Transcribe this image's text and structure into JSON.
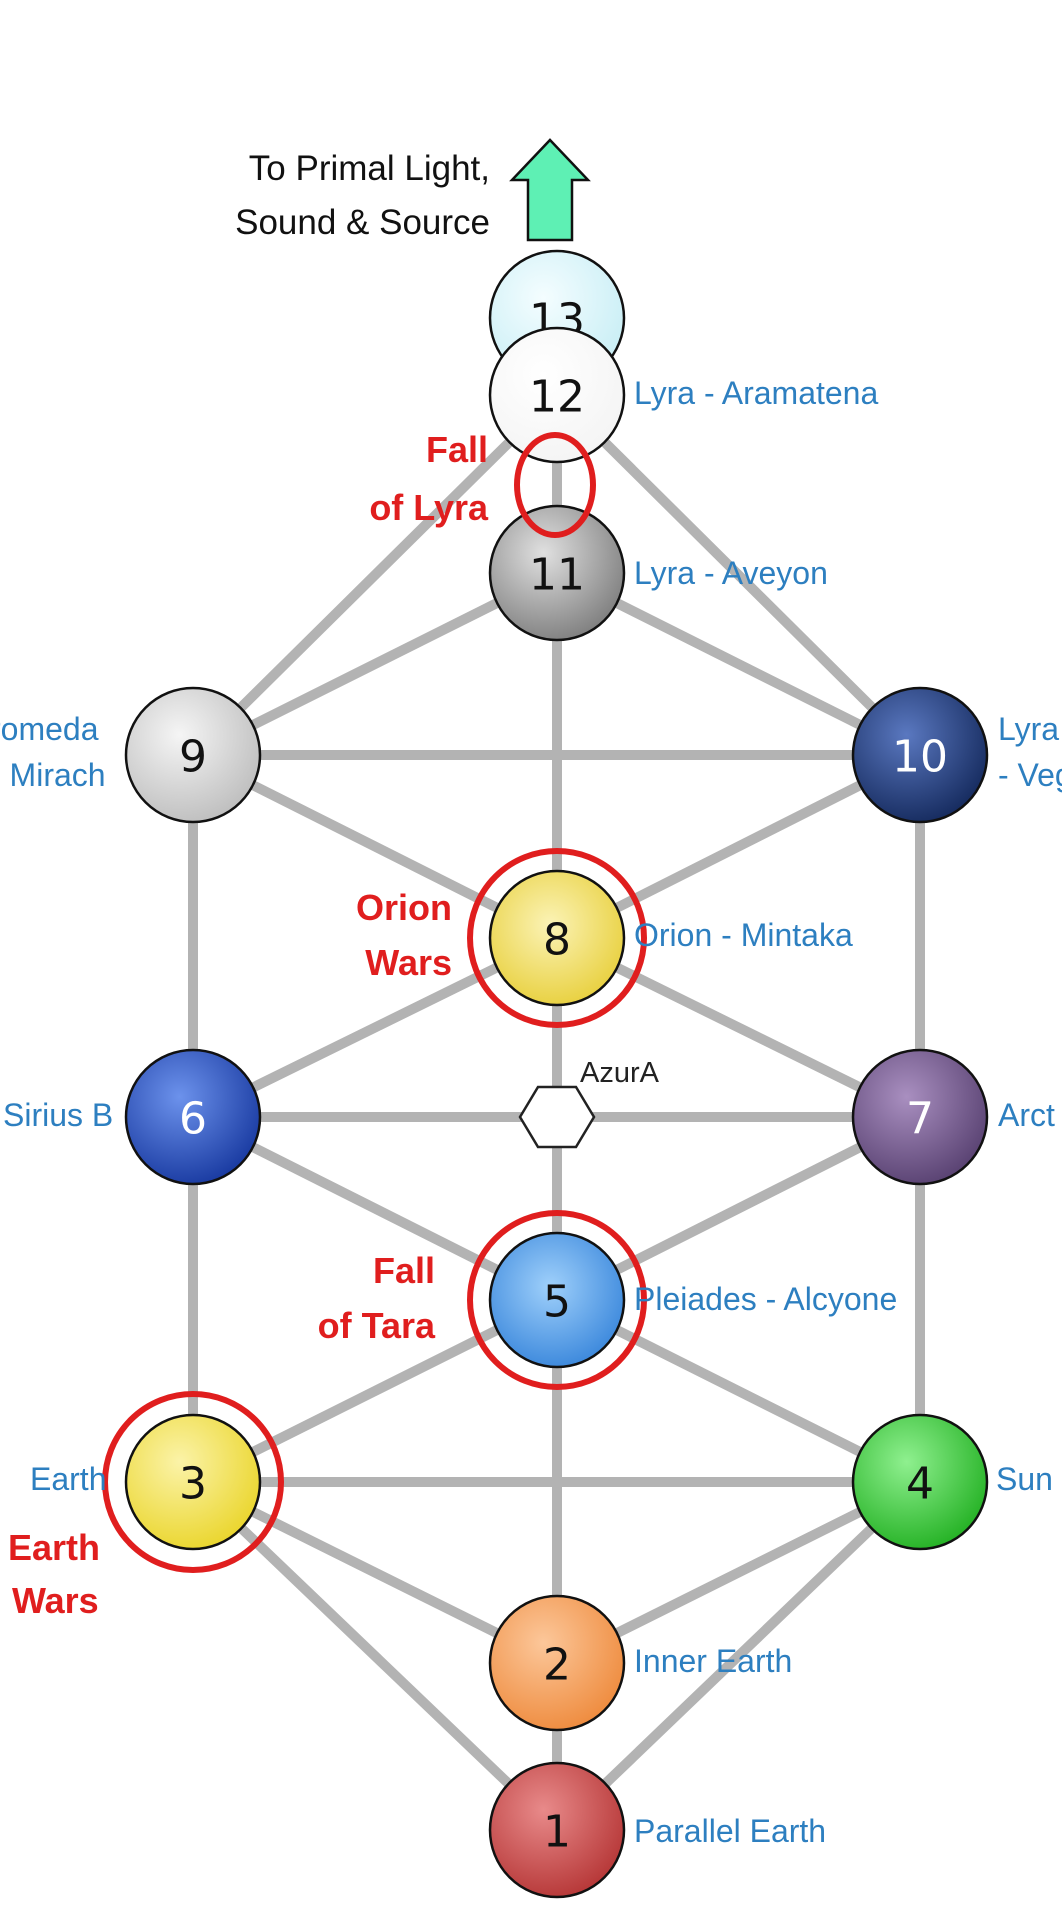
{
  "diagram": {
    "title_lines": [
      "To Primal Light,",
      "Sound & Source"
    ],
    "center_label": "AzurA",
    "nodes": [
      {
        "num": "1",
        "label": "Parallel Earth",
        "color": "#c94a4a"
      },
      {
        "num": "2",
        "label": "Inner Earth",
        "color": "#f39a4f"
      },
      {
        "num": "3",
        "label": "Earth",
        "color": "#f2df3a"
      },
      {
        "num": "4",
        "label": "Sun",
        "color": "#3cc63c"
      },
      {
        "num": "5",
        "label": "Pleiades - Alcyone",
        "color": "#3d8fe0"
      },
      {
        "num": "6",
        "label": "Sirius B",
        "color": "#1f4fbf"
      },
      {
        "num": "7",
        "label": "Arct",
        "color": "#6b4d85"
      },
      {
        "num": "8",
        "label": "Orion - Mintaka",
        "color": "#efd94a"
      },
      {
        "num": "9",
        "label": "romeda\n- Mirach",
        "color": "#d4d4d4"
      },
      {
        "num": "10",
        "label": "Lyra\n- Veg",
        "color": "#1d3a7a"
      },
      {
        "num": "11",
        "label": "Lyra - Aveyon",
        "color": "#9a9a9a"
      },
      {
        "num": "12",
        "label": "Lyra - Aramatena",
        "color": "#ffffff"
      },
      {
        "num": "13",
        "label": "",
        "color": "#d8f4f8"
      }
    ],
    "annotations": [
      {
        "key": "fall_of_lyra",
        "lines": [
          "Fall",
          "of Lyra"
        ]
      },
      {
        "key": "orion_wars",
        "lines": [
          "Orion",
          "Wars"
        ]
      },
      {
        "key": "fall_of_tara",
        "lines": [
          "Fall",
          "of Tara"
        ]
      },
      {
        "key": "earth_wars",
        "lines": [
          "Earth",
          "Wars"
        ]
      }
    ],
    "colors": {
      "edge": "#b3b3b3",
      "highlight": "#e01e1e",
      "label_blue": "#2d7fc0",
      "arrow": "#5ef0b4"
    }
  }
}
